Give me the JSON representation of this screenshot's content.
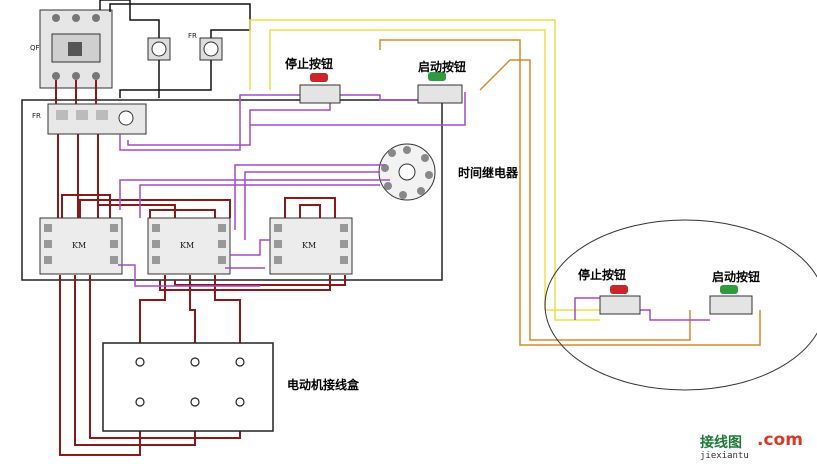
{
  "labels": {
    "stop_button": "停止按钮",
    "start_button": "启动按钮",
    "time_relay": "时间继电器",
    "motor_box": "电动机接线盒",
    "remote_stop_button": "停止按钮",
    "remote_start_button": "启动按钮",
    "qf": "QF",
    "fr_top": "FR",
    "fr_left": "FR",
    "km1": "KM",
    "km2": "KM",
    "km3": "KM"
  },
  "watermark": {
    "brand_cn": "接线图",
    "brand_com": ".com",
    "domain": "jiexiantu"
  },
  "colors": {
    "wire_red": "#8a1a1a",
    "wire_purple": "#a24bc8",
    "wire_yellow": "#e8e04a",
    "wire_orange": "#d9892a",
    "frame": "#222222"
  }
}
